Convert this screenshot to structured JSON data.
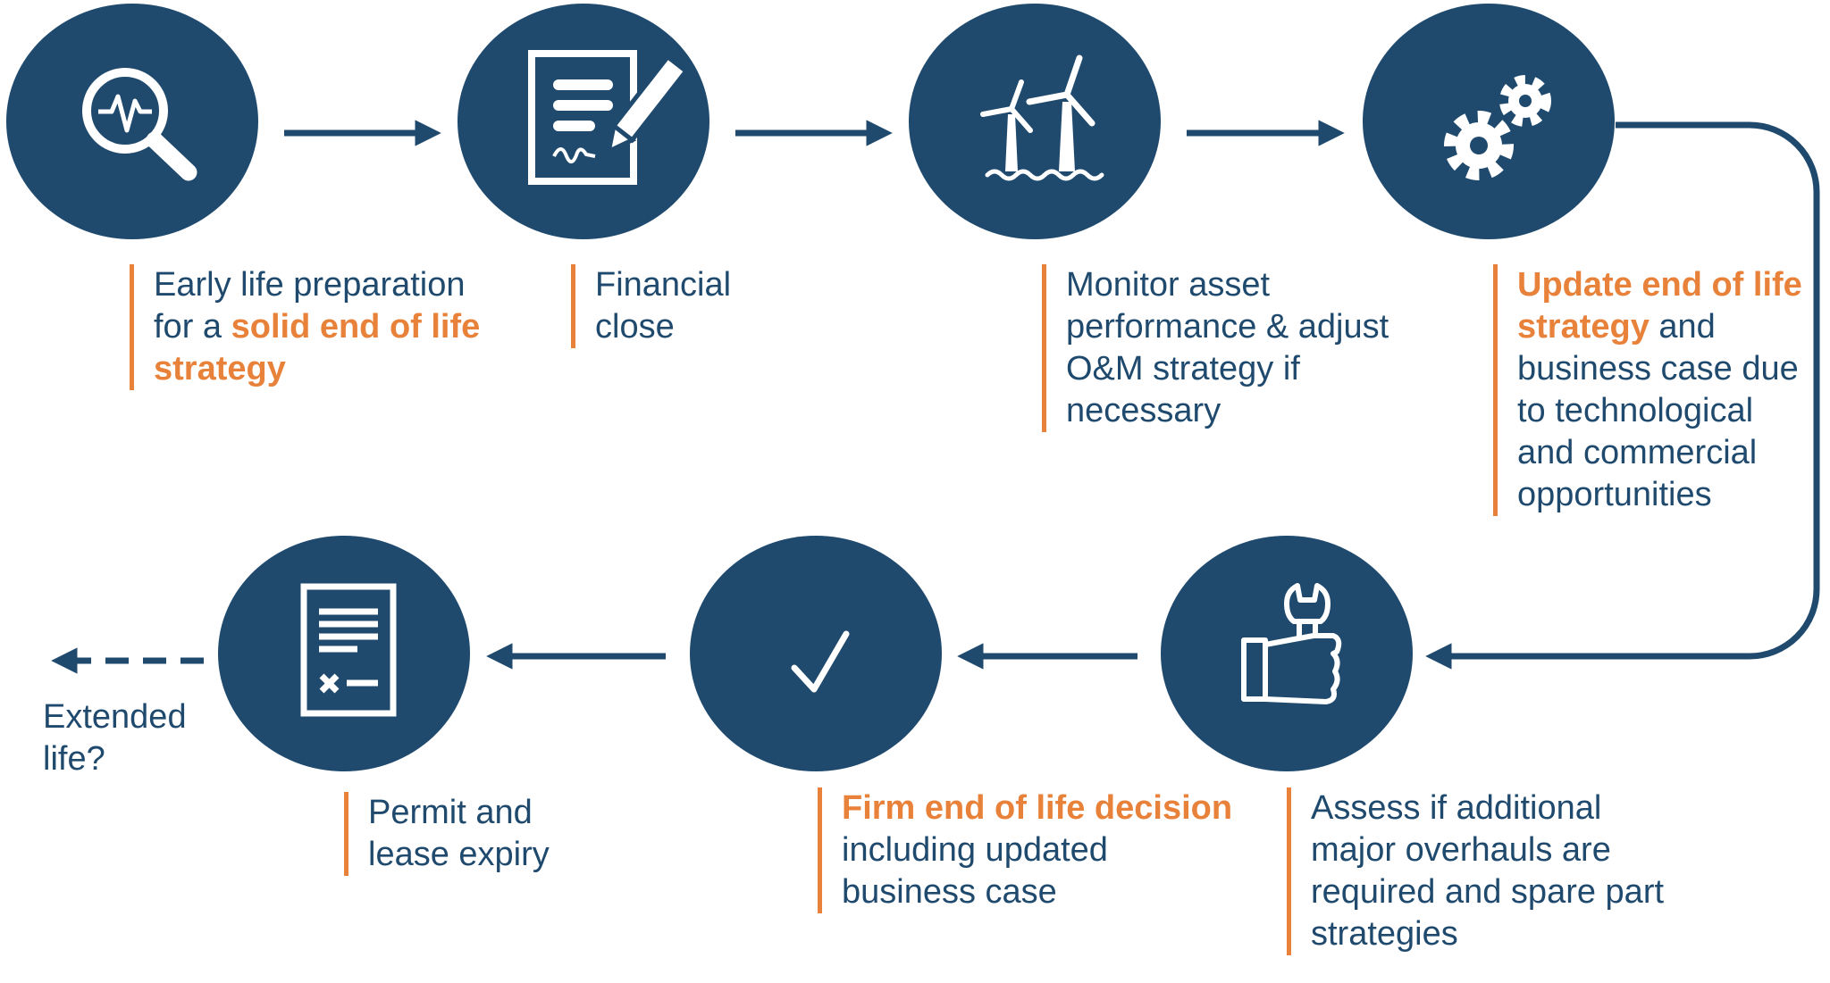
{
  "colors": {
    "navy": "#1F4A6E",
    "orange": "#E8823A",
    "white": "#FFFFFF"
  },
  "steps": [
    {
      "icon": "magnifier-pulse-icon",
      "parts": [
        {
          "text": "Early life preparation for a ",
          "hl": false
        },
        {
          "text": "solid end of life strategy",
          "hl": true
        }
      ]
    },
    {
      "icon": "contract-pen-icon",
      "parts": [
        {
          "text": "Financial close",
          "hl": false
        }
      ]
    },
    {
      "icon": "wind-turbines-icon",
      "parts": [
        {
          "text": "Monitor asset performance & adjust O&M strategy if necessary",
          "hl": false
        }
      ]
    },
    {
      "icon": "gears-icon",
      "parts": [
        {
          "text": "Update end of life strategy",
          "hl": true
        },
        {
          "text": " and business case due to technological and  commercial opportunities",
          "hl": false
        }
      ]
    },
    {
      "icon": "hand-wrench-icon",
      "parts": [
        {
          "text": "Assess if additional major overhauls are required and spare part strategies",
          "hl": false
        }
      ]
    },
    {
      "icon": "checkmark-icon",
      "parts": [
        {
          "text": "Firm end of life decision",
          "hl": true
        },
        {
          "text": " including updated business case",
          "hl": false
        }
      ]
    },
    {
      "icon": "permit-document-icon",
      "parts": [
        {
          "text": "Permit and lease expiry",
          "hl": false
        }
      ]
    }
  ],
  "extended_life": "Extended life?"
}
